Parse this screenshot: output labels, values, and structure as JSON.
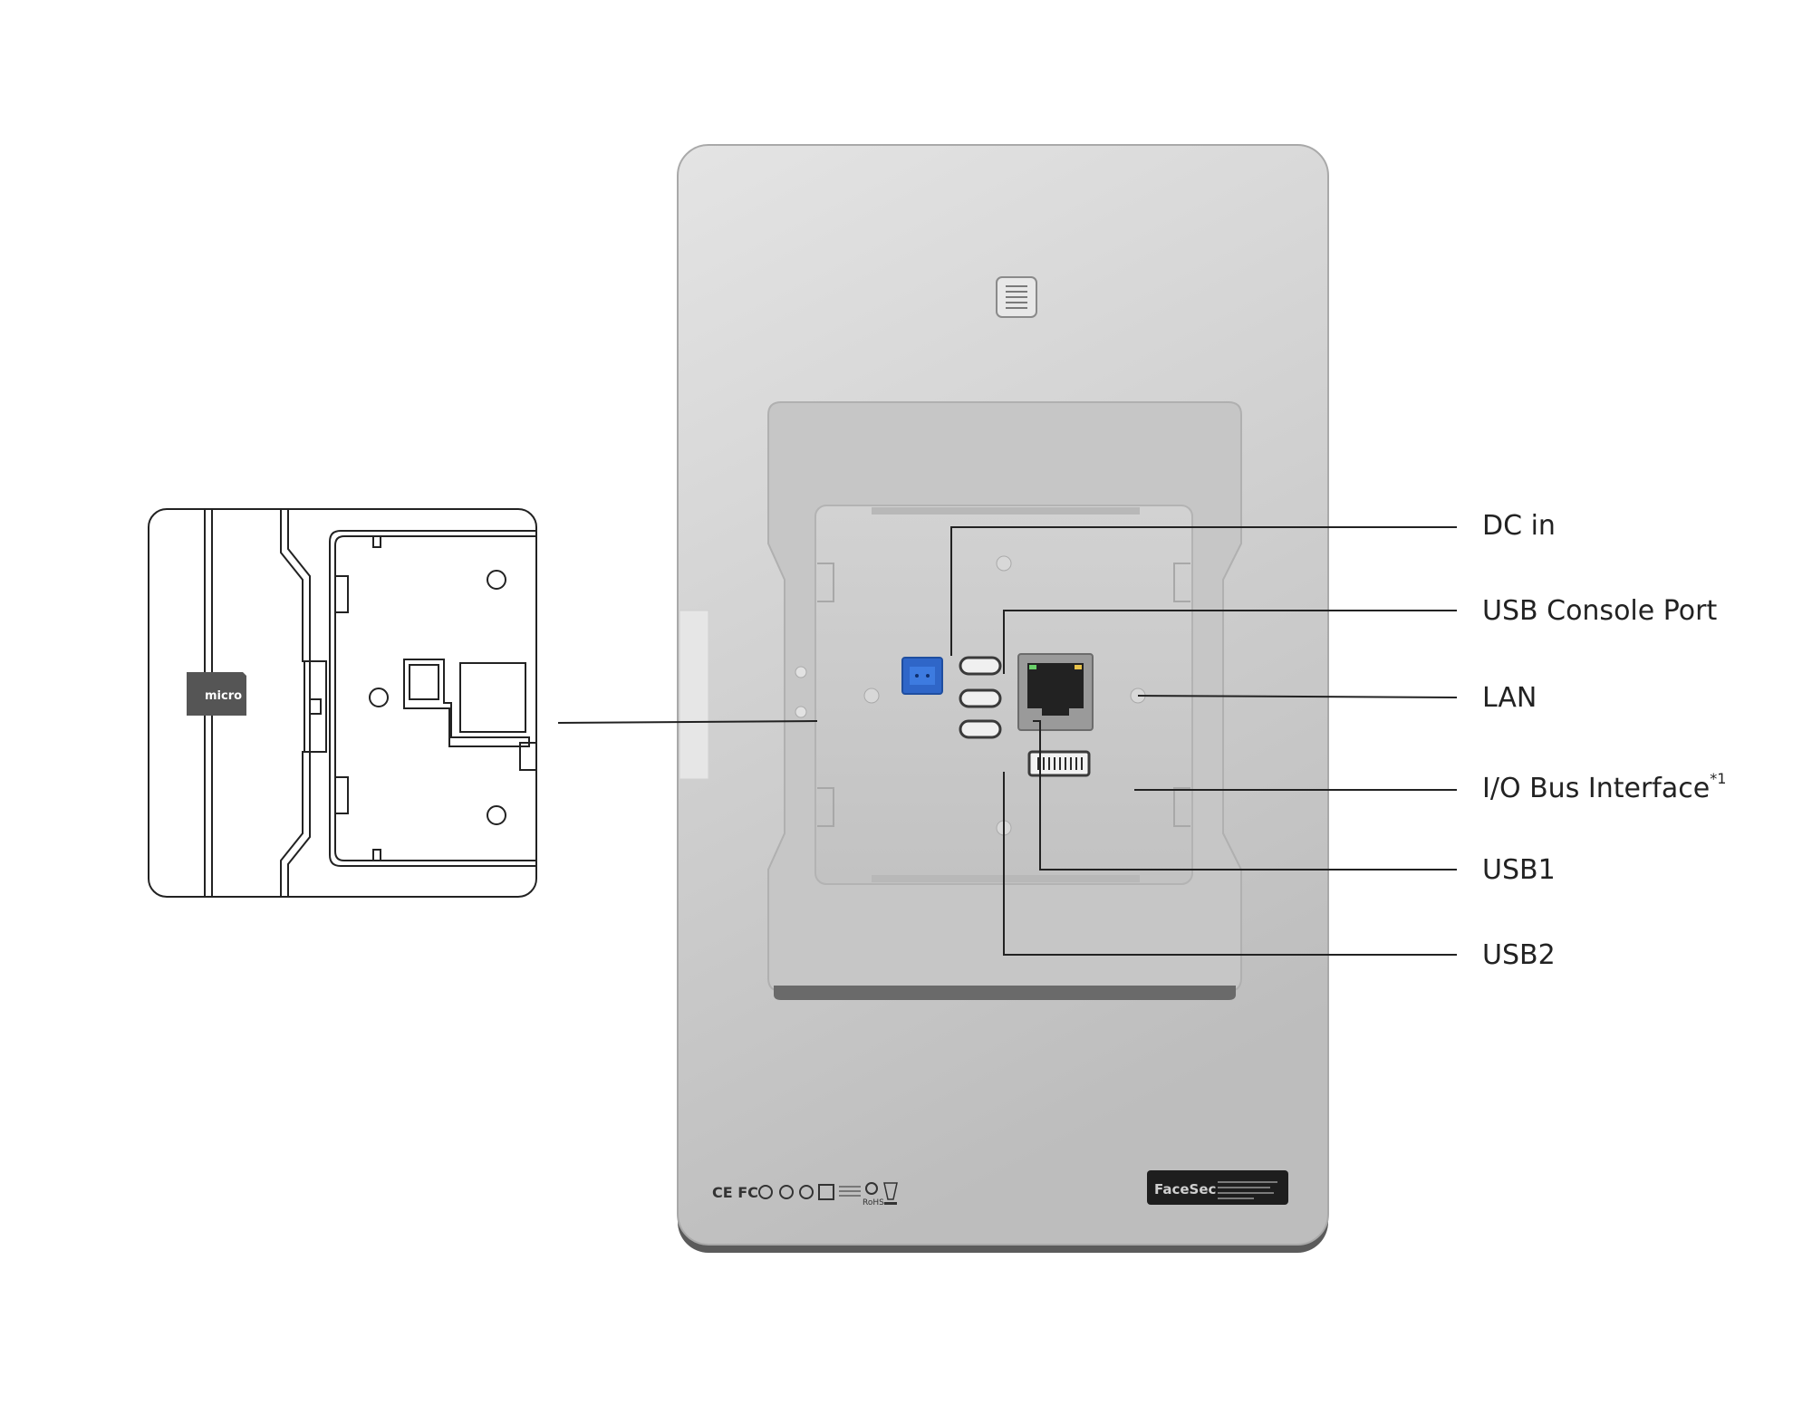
{
  "labels": {
    "dc_in": "DC in",
    "usb_console": "USB Console Port",
    "lan": "LAN",
    "io_bus": "I/O Bus Interface",
    "io_bus_note": "*1",
    "usb1": "USB1",
    "usb2": "USB2"
  },
  "device": {
    "brand": "FaceSec",
    "rohs": "RoHS",
    "cert_marks": "CE FC"
  },
  "sd_card": {
    "logo": "micro SD"
  },
  "colors": {
    "dc_connector": "#2f66c8",
    "housing": "#c9c9c9",
    "lines": "#222222"
  }
}
